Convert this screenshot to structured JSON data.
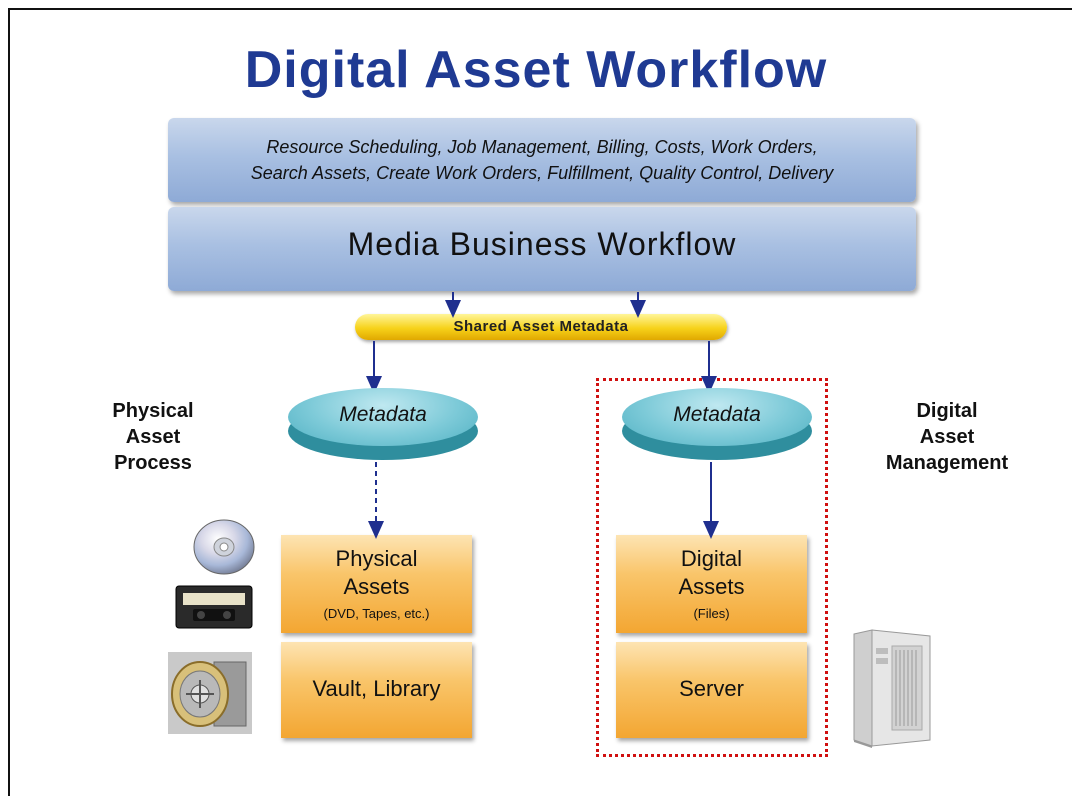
{
  "title": "Digital Asset Workflow",
  "top_band": {
    "line1": "Resource Scheduling, Job Management, Billing, Costs, Work Orders,",
    "line2": "Search Assets, Create Work Orders, Fulfillment, Quality Control, Delivery"
  },
  "workflow_band": {
    "label": "Media Business Workflow"
  },
  "shared_metadata": {
    "label": "Shared Asset Metadata"
  },
  "physical": {
    "side_label_1": "Physical",
    "side_label_2": "Asset",
    "side_label_3": "Process",
    "metadata_label": "Metadata",
    "assets_line1": "Physical",
    "assets_line2": "Assets",
    "assets_sub": "(DVD, Tapes, etc.)",
    "storage_label": "Vault, Library"
  },
  "digital": {
    "side_label_1": "Digital",
    "side_label_2": "Asset",
    "side_label_3": "Management",
    "metadata_label": "Metadata",
    "assets_line1": "Digital",
    "assets_line2": "Assets",
    "assets_sub": "(Files)",
    "storage_label": "Server"
  },
  "icons": {
    "disc": "dvd-disc-icon",
    "tape": "vhs-tape-icon",
    "vault": "vault-door-icon",
    "server": "server-tower-icon"
  },
  "colors": {
    "title": "#1f3a93",
    "band": "#a9c0e2",
    "pill": "#f7d21a",
    "metadata_disc": "#7dcad8",
    "asset_box": "#f9c56a",
    "arrow": "#1f2f8f",
    "dam_border": "#d01010"
  }
}
